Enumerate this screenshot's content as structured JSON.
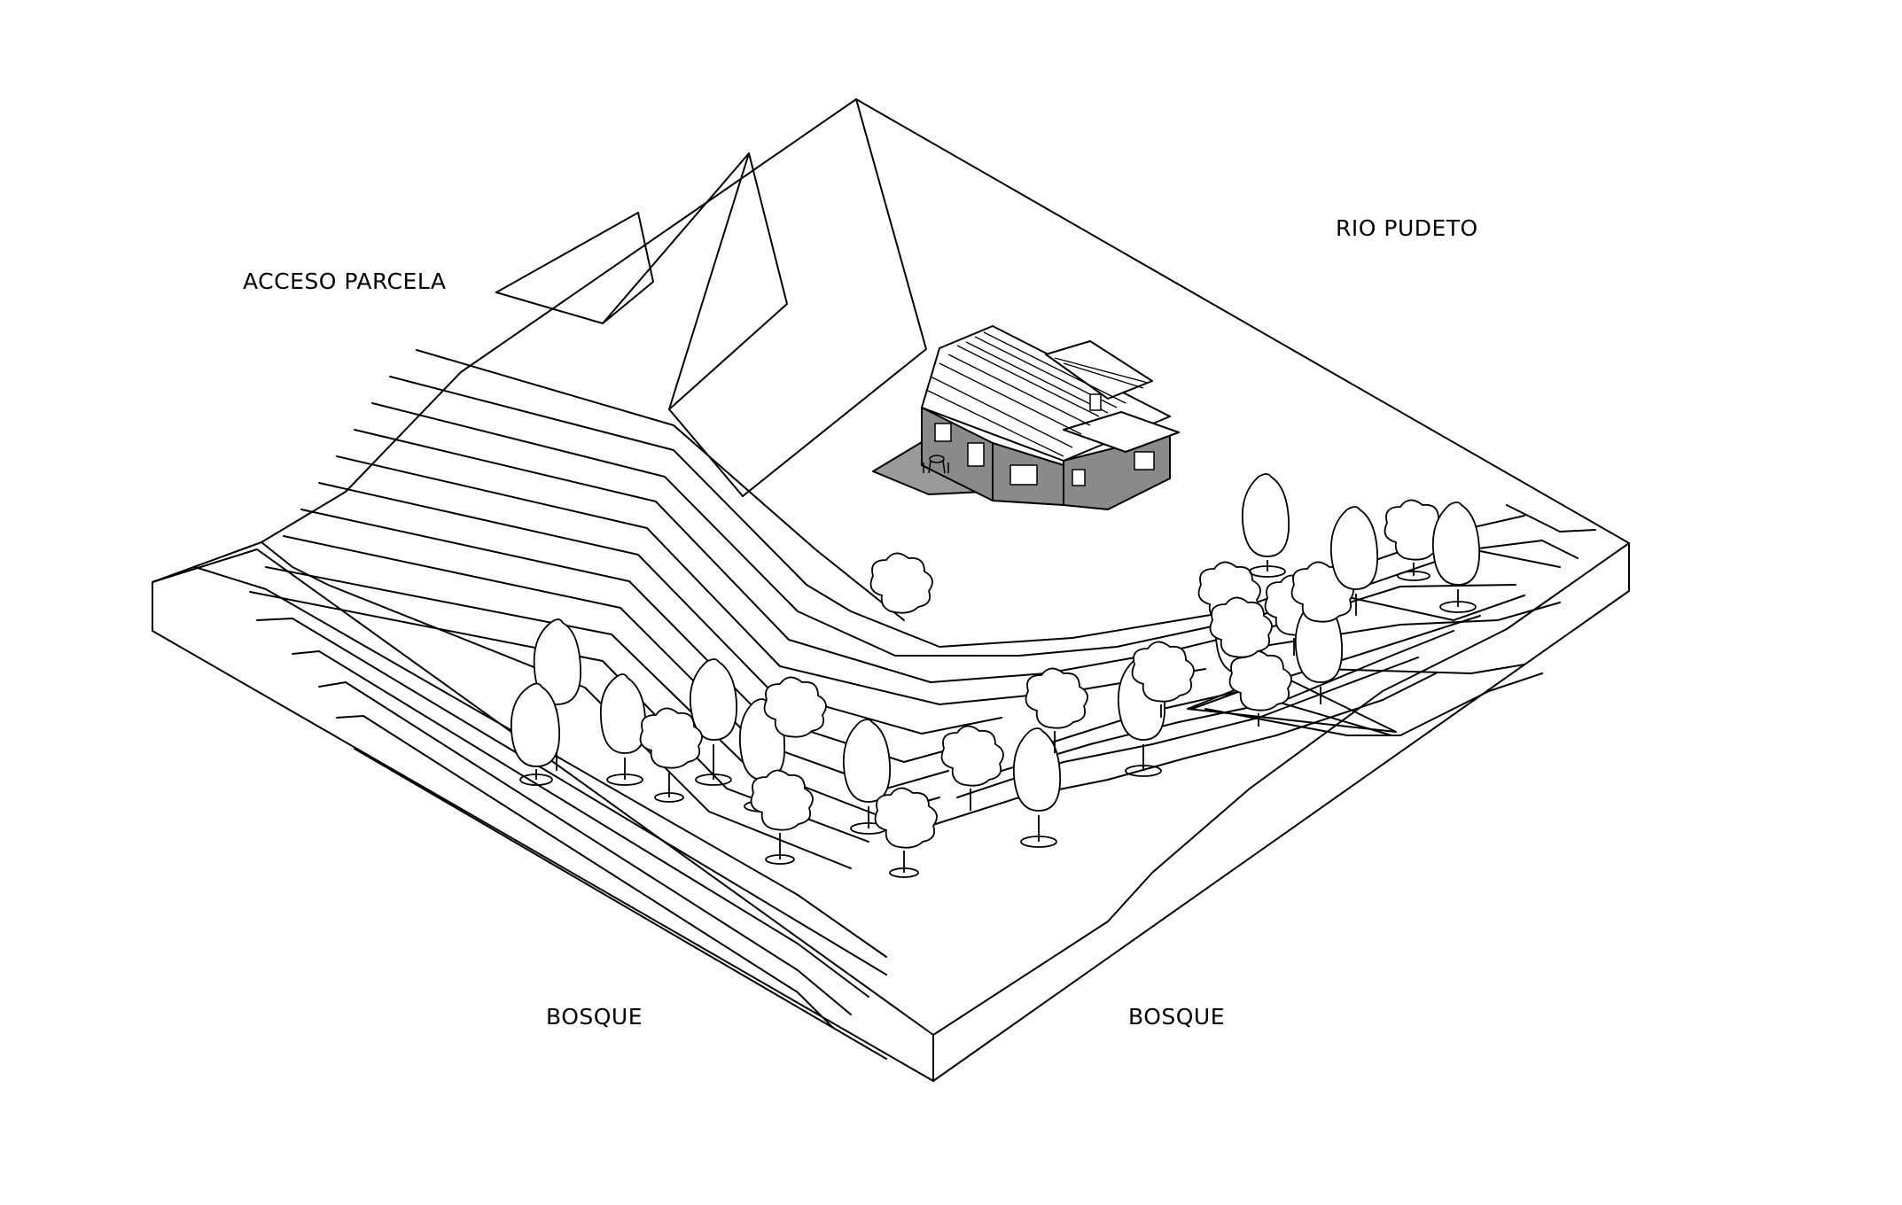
{
  "labels": {
    "access": "ACCESO PARCELA",
    "river": "RIO PUDETO",
    "forest_left": "BOSQUE",
    "forest_right": "BOSQUE"
  },
  "colors": {
    "line": "#000000",
    "roof": "#ffffff",
    "wall_shade": "#8a8a8a",
    "deck": "#9a9a9a",
    "background": "#ffffff"
  },
  "counts": {
    "trees": 27
  }
}
